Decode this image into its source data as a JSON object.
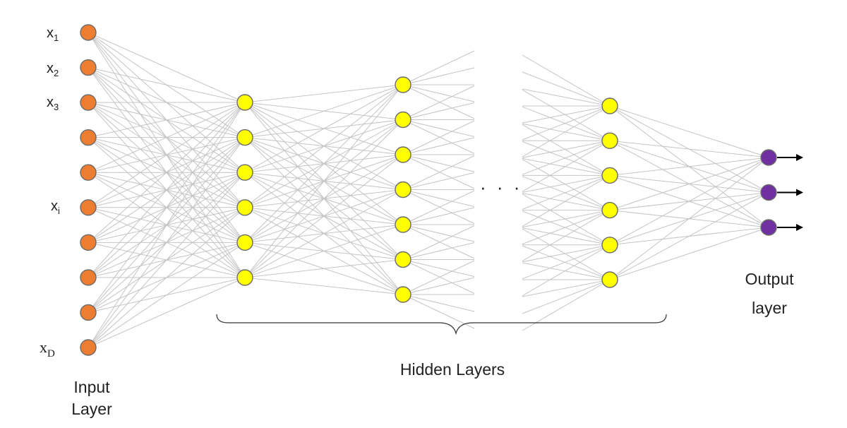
{
  "labels": {
    "input_nodes": [
      {
        "base": "x",
        "sub": "1"
      },
      {
        "base": "x",
        "sub": "2"
      },
      {
        "base": "x",
        "sub": "3"
      },
      {
        "base": "x",
        "sub": "i"
      },
      {
        "base": "x",
        "sub": "D"
      }
    ],
    "input_layer": [
      "Input",
      "Layer"
    ],
    "hidden_layers": "Hidden Layers",
    "output_layer": [
      "Output",
      "layer"
    ],
    "ellipsis": "· · ·"
  },
  "layers": {
    "input": {
      "nodes": 10
    },
    "hidden_1": {
      "nodes": 6
    },
    "hidden_2": {
      "nodes": 7
    },
    "hidden_last": {
      "nodes": 6
    },
    "output": {
      "nodes": 3
    }
  },
  "colors": {
    "input_node": "#ED7D31",
    "hidden_node": "#FFFF00",
    "output_node": "#7030A0",
    "edge": "#C4C4C4",
    "arrow": "#000000"
  }
}
